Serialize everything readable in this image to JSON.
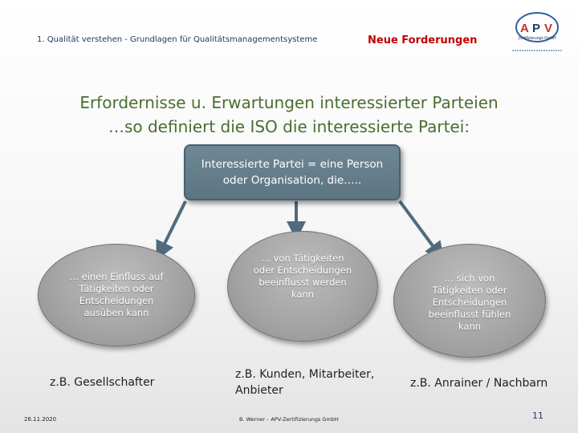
{
  "header": {
    "left": "1. Qualität verstehen - Grundlagen für Qualitätsmanagementsysteme",
    "right": "Neue Forderungen"
  },
  "logo": {
    "letters": [
      "A",
      "P",
      "V"
    ],
    "sub": "Zertifizierungs GmbH",
    "colors": {
      "red": "#c0332e",
      "navy": "#1f3a6b",
      "ring": "#2f5fa0"
    }
  },
  "title": {
    "line1": "Erfordernisse u. Erwartungen interessierter Parteien",
    "line2": "…so definiert die ISO die interessierte Partei:"
  },
  "definition": {
    "line1": "Interessierte Partei = eine Person",
    "line2": "oder Organisation, die….."
  },
  "nodes": [
    {
      "lines": [
        "… einen Einfluss auf",
        "Tätigkeiten oder",
        "Entscheidungen",
        "ausüben kann"
      ],
      "example": "z.B. Gesellschafter"
    },
    {
      "lines": [
        "… von Tätigkeiten",
        "oder Entscheidungen",
        "beeinflusst werden",
        "kann"
      ],
      "example": "z.B. Kunden, Mitarbeiter, Anbieter"
    },
    {
      "lines": [
        "… sich von",
        "Tätigkeiten oder",
        "Entscheidungen",
        "beeinflusst fühlen",
        "kann"
      ],
      "example": "z.B. Anrainer / Nachbarn"
    }
  ],
  "footer": {
    "date": "26.11.2020",
    "author": "B. Werner – APV-Zertifizierungs GmbH",
    "page": "11"
  },
  "colors": {
    "title": "#4a6d30",
    "box": "#6f8896",
    "arrow": "#4f6b7e",
    "header_right": "#c00000"
  }
}
